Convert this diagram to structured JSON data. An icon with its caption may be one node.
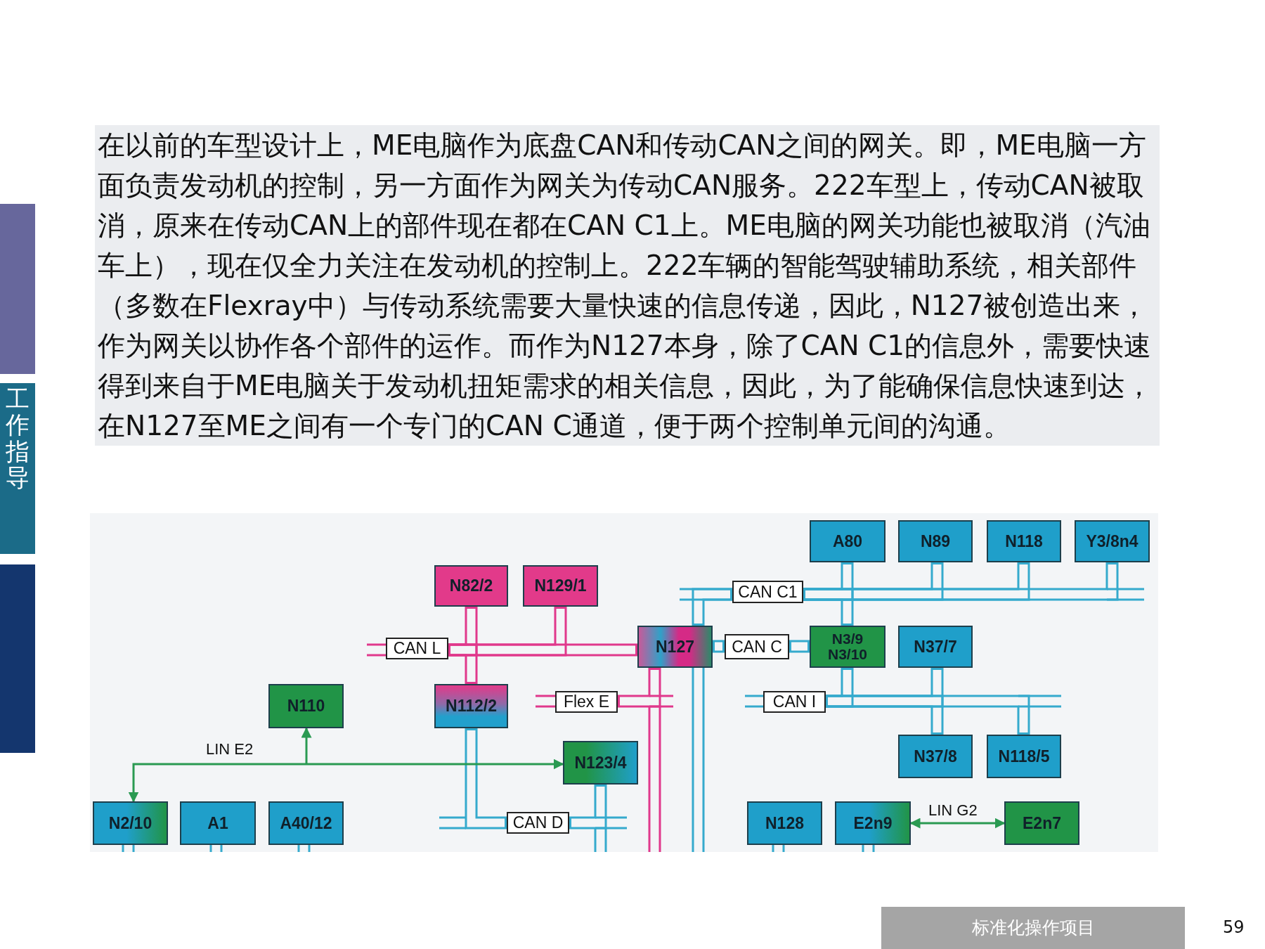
{
  "diagram": {
    "nodes": [
      {
        "text": [
          "A80"
        ]
      },
      {
        "text": [
          "N89"
        ]
      },
      {
        "text": [
          "N118"
        ]
      },
      {
        "text": [
          "Y3/8n4"
        ]
      },
      {
        "text": [
          "N82/2"
        ]
      },
      {
        "text": [
          "N129/1"
        ]
      },
      {
        "text": [
          "CAN C1"
        ]
      },
      {
        "text": [
          "CAN L"
        ]
      },
      {
        "text": [
          "N127"
        ]
      },
      {
        "text": [
          "CAN C"
        ]
      },
      {
        "text": [
          "N3/9",
          "N3/10"
        ]
      },
      {
        "text": [
          "N37/7"
        ]
      },
      {
        "text": [
          "N110"
        ]
      },
      {
        "text": [
          "N112/2"
        ]
      },
      {
        "text": [
          "Flex E"
        ]
      },
      {
        "text": [
          "CAN I"
        ]
      },
      {
        "text": [
          "N123/4"
        ]
      },
      {
        "text": [
          "N37/8"
        ]
      },
      {
        "text": [
          "N118/5"
        ]
      },
      {
        "text": [
          "N2/10"
        ]
      },
      {
        "text": [
          "A1"
        ]
      },
      {
        "text": [
          "A40/12"
        ]
      },
      {
        "text": [
          "CAN D"
        ]
      },
      {
        "text": [
          "N128"
        ]
      },
      {
        "text": [
          "E2n9"
        ]
      },
      {
        "text": [
          "E2n7"
        ]
      }
    ],
    "edges": [
      {
        "from": 4,
        "to": 7,
        "arrow": "none",
        "color": "#e0388c"
      },
      {
        "from": 5,
        "to": 7,
        "arrow": "none",
        "color": "#e0388c"
      },
      {
        "from": 13,
        "to": 7,
        "arrow": "none",
        "color": "#e0388c"
      },
      {
        "from": 8,
        "to": 7,
        "arrow": "none",
        "color": "#e0388c"
      },
      {
        "from": 8,
        "to": 6,
        "arrow": "none"
      },
      {
        "from": 0,
        "to": 6,
        "arrow": "none"
      },
      {
        "from": 1,
        "to": 6,
        "arrow": "none"
      },
      {
        "from": 2,
        "to": 6,
        "arrow": "none"
      },
      {
        "from": 3,
        "to": 6,
        "arrow": "none"
      },
      {
        "from": 10,
        "to": 6,
        "arrow": "none"
      },
      {
        "from": 8,
        "to": 9,
        "arrow": "none"
      },
      {
        "from": 9,
        "to": 10,
        "arrow": "none"
      },
      {
        "from": 8,
        "to": 14,
        "arrow": "none",
        "color": "#e0388c"
      },
      {
        "from": 10,
        "to": 15,
        "arrow": "none"
      },
      {
        "from": 11,
        "to": 15,
        "arrow": "none"
      },
      {
        "from": 17,
        "to": 15,
        "arrow": "none"
      },
      {
        "from": 18,
        "to": 15,
        "arrow": "none"
      },
      {
        "from": 13,
        "to": 22,
        "arrow": "none"
      },
      {
        "from": 16,
        "to": 22,
        "arrow": "none"
      },
      {
        "from": null,
        "to": 12,
        "arrow": "to",
        "color": "#2a9a52"
      },
      {
        "from": null,
        "to": 19,
        "arrow": "to",
        "label": "LIN E2",
        "color": "#2a9a52"
      },
      {
        "from": null,
        "to": 16,
        "arrow": "to",
        "color": "#2a9a52"
      },
      {
        "from": 24,
        "to": 25,
        "arrow": "both",
        "label": "LIN G2",
        "color": "#2a9a52"
      }
    ],
    "labels": [
      "在以前的车型设计上，ME电脑作为底盘CAN和传动CAN之间的网关。即，ME电脑一方面负责发动机的控制，另一方面作为网关为传动CAN服务。222车型上，传动CAN被取消，原来在传动CAN上的部件现在都在CAN C1上。ME电脑的网关功能也被取消（汽油车上），现在仅全力关注在发动机的控制上。222车辆的智能驾驶辅助系统，相关部件（多数在Flexray中）与传动系统需要大量快速的信息传递，因此，N127被创造出来，作为网关以协作各个部件的运作。而作为N127本身，除了CAN C1的信息外，需要快速得到来自于ME电脑关于发动机扭矩需求的相关信息，因此，为了能确保信息快速到达，在N127至ME之间有一个专门的CAN C通道，便于两个控制单元间的沟通。",
      "工作指导",
      "标准化操作项目",
      "59"
    ]
  }
}
